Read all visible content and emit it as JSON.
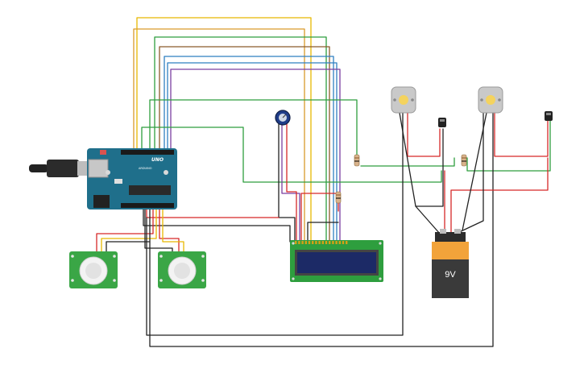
{
  "colors": {
    "arduino_board": "#1f6f8b",
    "wire_yellow": "#e8b800",
    "wire_orange": "#d99a2b",
    "wire_green": "#2e9e3e",
    "wire_blue": "#2f7fc1",
    "wire_purple": "#7b3fa0",
    "wire_brown": "#8b5a2b",
    "wire_red": "#d62828",
    "wire_black": "#222222",
    "lcd_screen": "#1c2a66",
    "lcd_pcb": "#2e9e3e",
    "pir_pcb": "#3aa646",
    "battery_top": "#f2a33a",
    "battery_body": "#3a3a3a"
  },
  "components": {
    "arduino": {
      "label": "UNO",
      "sublabel": "ARDUINO"
    },
    "battery": {
      "label": "9V"
    },
    "lcd": {
      "columns": 16
    },
    "icons": [
      "arduino-uno-board",
      "usb-cable",
      "potentiometer",
      "lcd-16x2",
      "pir-sensor",
      "dc-motor",
      "temperature-sensor",
      "resistor",
      "battery-9v"
    ]
  }
}
